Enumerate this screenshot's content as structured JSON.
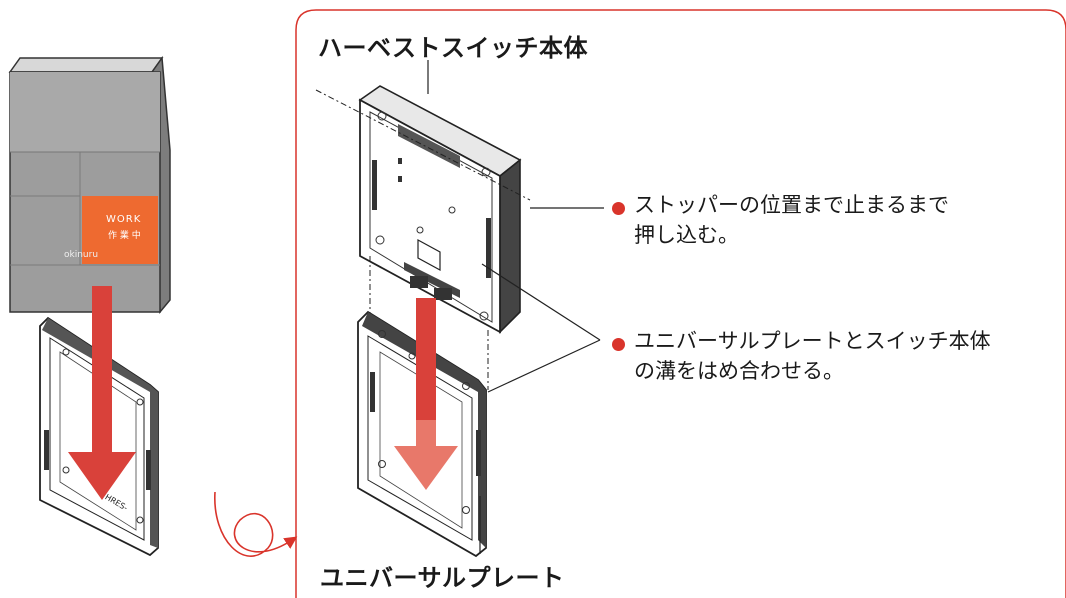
{
  "labels": {
    "top_title": "ハーベストスイッチ本体",
    "bottom_title": "ユニバーサルプレート"
  },
  "notes": [
    {
      "lines": [
        "ストッパーの位置まで止まるまで",
        "押し込む。"
      ]
    },
    {
      "lines": [
        "ユニバーサルプレートとスイッチ本体",
        "の溝をはめ合わせる。"
      ]
    }
  ],
  "switch_face": {
    "brand": "okinuru",
    "button_text": "WORK",
    "button_subtext": "作 業 中"
  },
  "plate_mark": "HRES-",
  "colors": {
    "accent_red": "#d9342b",
    "arrow_red": "#d9413a",
    "arrow_light": "#e8786a",
    "button_orange": "#ee6a30",
    "bullet_red": "#d9342b",
    "panel_gray": "#9a9a9a"
  }
}
